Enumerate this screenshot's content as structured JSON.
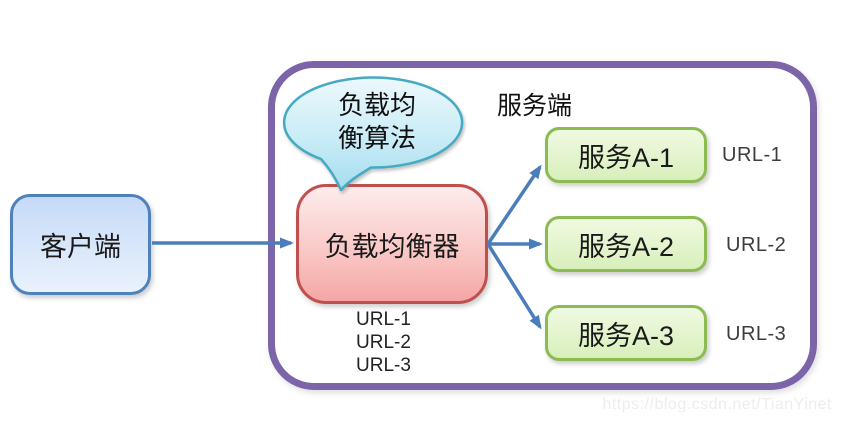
{
  "client": {
    "label": "客户端"
  },
  "bubble": {
    "line1": "负载均",
    "line2": "衡算法"
  },
  "load_balancer": {
    "label": "负载均衡器",
    "url_list": [
      "URL-1",
      "URL-2",
      "URL-3"
    ]
  },
  "server_side": {
    "label": "服务端",
    "servers": [
      {
        "label": "服务A-1",
        "url": "URL-1"
      },
      {
        "label": "服务A-2",
        "url": "URL-2"
      },
      {
        "label": "服务A-3",
        "url": "URL-3"
      }
    ]
  },
  "watermark": "https://blog.csdn.net/TianYinet",
  "colors": {
    "container_border": "#7c64a8",
    "client_border": "#4f81bd",
    "client_fill_top": "#c6daf7",
    "client_fill_bottom": "#e9f2fd",
    "lb_border": "#c0504d",
    "lb_fill_top": "#fdecec",
    "lb_fill_bottom": "#f5a6a4",
    "server_border": "#8cbb52",
    "server_fill_top": "#effae1",
    "server_fill_bottom": "#d8efbb",
    "bubble_border": "#45aac4",
    "bubble_fill_top": "#edf8fc",
    "bubble_fill_bottom": "#a5ddee",
    "arrow": "#4a7ebb"
  }
}
